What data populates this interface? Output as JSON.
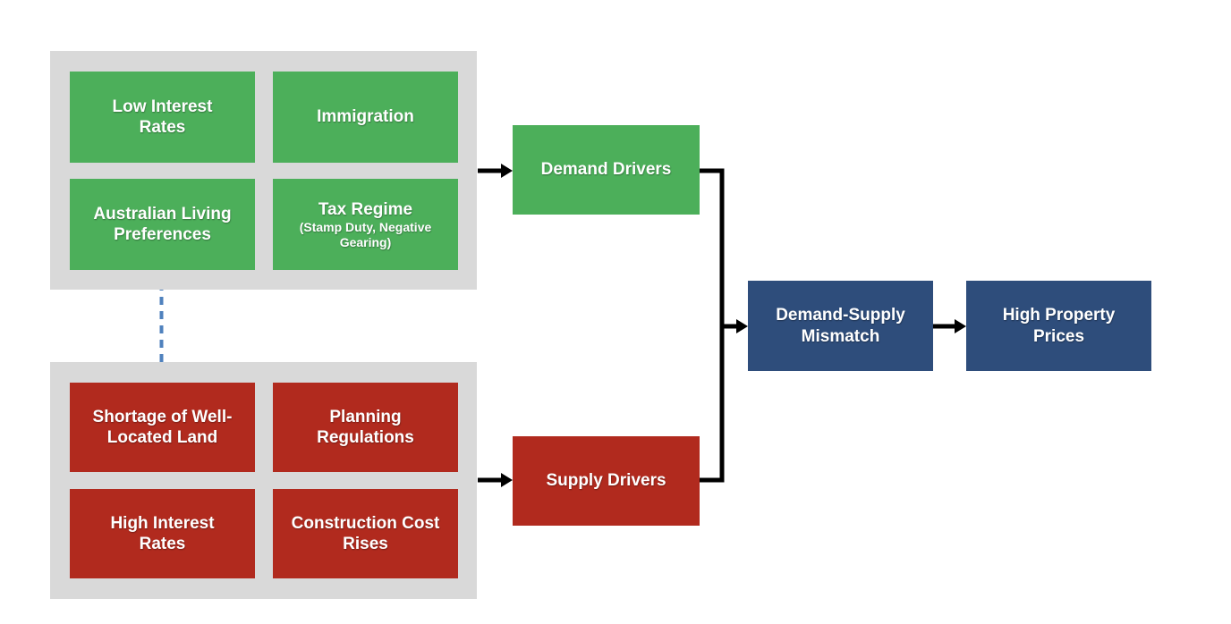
{
  "colors": {
    "green": "#4CAF5A",
    "red": "#B12A1E",
    "blue": "#2E4D7B",
    "panelGray": "#D9D9D9",
    "arrowBlack": "#000000",
    "dashedBlue": "#4F81BD",
    "textWhite": "#FFFFFF"
  },
  "demand_factors": [
    {
      "label": "Low Interest\nRates"
    },
    {
      "label": "Immigration"
    },
    {
      "label": "Australian Living\nPreferences"
    },
    {
      "label": "Tax Regime",
      "sublabel": "(Stamp Duty, Negative\nGearing)"
    }
  ],
  "supply_factors": [
    {
      "label": "Shortage of Well-\nLocated Land"
    },
    {
      "label": "Planning\nRegulations"
    },
    {
      "label": "High Interest\nRates"
    },
    {
      "label": "Construction Cost\nRises"
    }
  ],
  "nodes": {
    "demand_drivers": {
      "label": "Demand Drivers"
    },
    "supply_drivers": {
      "label": "Supply Drivers"
    },
    "mismatch": {
      "label": "Demand-Supply\nMismatch"
    },
    "outcome": {
      "label": "High Property\nPrices"
    }
  },
  "connections": [
    {
      "from": "demand-factors-panel",
      "to": "demand-drivers-node",
      "style": "solid-arrow"
    },
    {
      "from": "supply-factors-panel",
      "to": "supply-drivers-node",
      "style": "solid-arrow"
    },
    {
      "from": "demand-drivers-node",
      "to": "mismatch-node",
      "style": "solid-elbow-arrow"
    },
    {
      "from": "supply-drivers-node",
      "to": "mismatch-node",
      "style": "solid-elbow-arrow"
    },
    {
      "from": "mismatch-node",
      "to": "outcome-node",
      "style": "solid-arrow"
    },
    {
      "from": "factor-australian-living-preferences",
      "to": "factor-shortage-of-well-located-land",
      "style": "dashed-double-arrow"
    }
  ]
}
